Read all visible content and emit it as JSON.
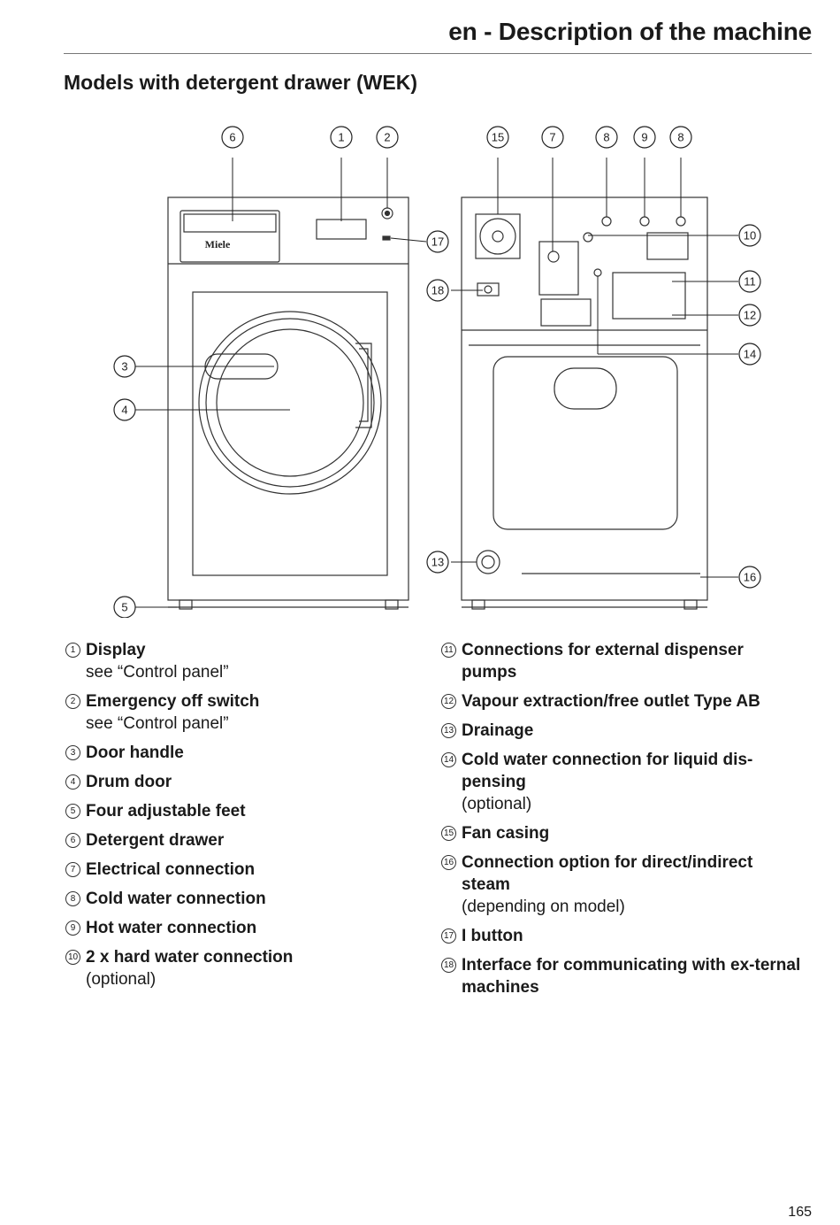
{
  "header": {
    "title": "en - Description of the machine"
  },
  "section": {
    "title": "Models with detergent drawer (WEK)"
  },
  "figure": {
    "brand_logo_text": "Miele",
    "callouts": [
      "6",
      "1",
      "2",
      "17",
      "18",
      "3",
      "4",
      "5",
      "15",
      "7",
      "8",
      "9",
      "8",
      "10",
      "11",
      "12",
      "14",
      "13",
      "16"
    ]
  },
  "legend_left": [
    {
      "num": "1",
      "label": "Display",
      "note": "see “Control panel”"
    },
    {
      "num": "2",
      "label": "Emergency off switch",
      "note": "see “Control panel”"
    },
    {
      "num": "3",
      "label": "Door handle",
      "note": ""
    },
    {
      "num": "4",
      "label": "Drum door",
      "note": ""
    },
    {
      "num": "5",
      "label": "Four adjustable feet",
      "note": ""
    },
    {
      "num": "6",
      "label": "Detergent drawer",
      "note": ""
    },
    {
      "num": "7",
      "label": "Electrical connection",
      "note": ""
    },
    {
      "num": "8",
      "label": "Cold water connection",
      "note": ""
    },
    {
      "num": "9",
      "label": "Hot water connection",
      "note": ""
    },
    {
      "num": "10",
      "label": "2 x hard water connection",
      "note": "(optional)"
    }
  ],
  "legend_right": [
    {
      "num": "11",
      "label": "Connections for external dispenser pumps",
      "note": ""
    },
    {
      "num": "12",
      "label": "Vapour extraction/free outlet Type AB",
      "note": ""
    },
    {
      "num": "13",
      "label": "Drainage",
      "note": ""
    },
    {
      "num": "14",
      "label": "Cold water connection for liquid dis-pensing",
      "note": "(optional)"
    },
    {
      "num": "15",
      "label": "Fan casing",
      "note": ""
    },
    {
      "num": "16",
      "label": "Connection option for direct/indirect steam",
      "note": "(depending on model)"
    },
    {
      "num": "17",
      "label": "I button",
      "note": ""
    },
    {
      "num": "18",
      "label": "Interface for communicating with ex-ternal machines",
      "note": ""
    }
  ],
  "page_number": "165"
}
